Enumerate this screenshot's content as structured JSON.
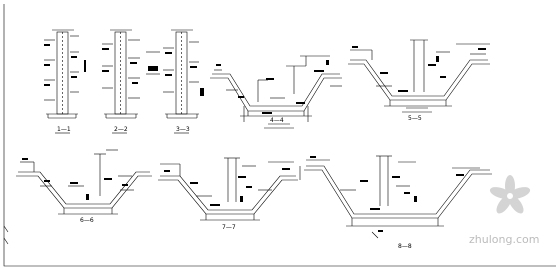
{
  "drawing": {
    "section_captions": [
      "1—1",
      "2—2",
      "3—3",
      "4—4",
      "5—5",
      "6—6",
      "7—7",
      "8—8"
    ],
    "watermark_text": "zhulong.com",
    "colors": {
      "line": "#000000",
      "paper": "#ffffff",
      "watermark": "#bcbcbc"
    }
  }
}
